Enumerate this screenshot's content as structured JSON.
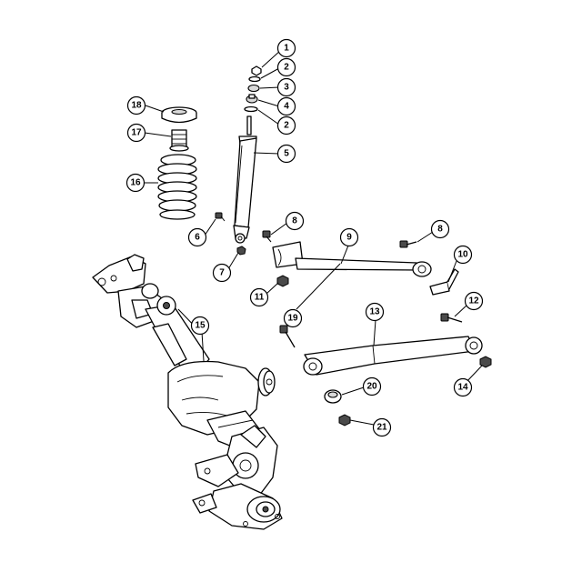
{
  "callouts": [
    {
      "key": "c1",
      "label": "1"
    },
    {
      "key": "c2a",
      "label": "2"
    },
    {
      "key": "c3",
      "label": "3"
    },
    {
      "key": "c4",
      "label": "4"
    },
    {
      "key": "c2b",
      "label": "2"
    },
    {
      "key": "c5",
      "label": "5"
    },
    {
      "key": "c18",
      "label": "18"
    },
    {
      "key": "c17",
      "label": "17"
    },
    {
      "key": "c16",
      "label": "16"
    },
    {
      "key": "c6",
      "label": "6"
    },
    {
      "key": "c7",
      "label": "7"
    },
    {
      "key": "c8a",
      "label": "8"
    },
    {
      "key": "c9",
      "label": "9"
    },
    {
      "key": "c8b",
      "label": "8"
    },
    {
      "key": "c10",
      "label": "10"
    },
    {
      "key": "c11",
      "label": "11"
    },
    {
      "key": "c12",
      "label": "12"
    },
    {
      "key": "c13",
      "label": "13"
    },
    {
      "key": "c19",
      "label": "19"
    },
    {
      "key": "c15",
      "label": "15"
    },
    {
      "key": "c14",
      "label": "14"
    },
    {
      "key": "c20",
      "label": "20"
    },
    {
      "key": "c21",
      "label": "21"
    }
  ]
}
